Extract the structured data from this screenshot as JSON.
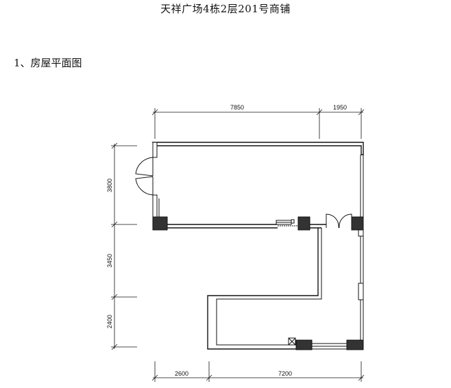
{
  "document": {
    "title": "天祥广场4栋2层201号商铺",
    "section_heading": "1、房屋平面图"
  },
  "dimensions": {
    "top": [
      "7850",
      "1950"
    ],
    "left": [
      "3800",
      "3450",
      "2400"
    ],
    "bottom": [
      "2600",
      "7200"
    ]
  }
}
